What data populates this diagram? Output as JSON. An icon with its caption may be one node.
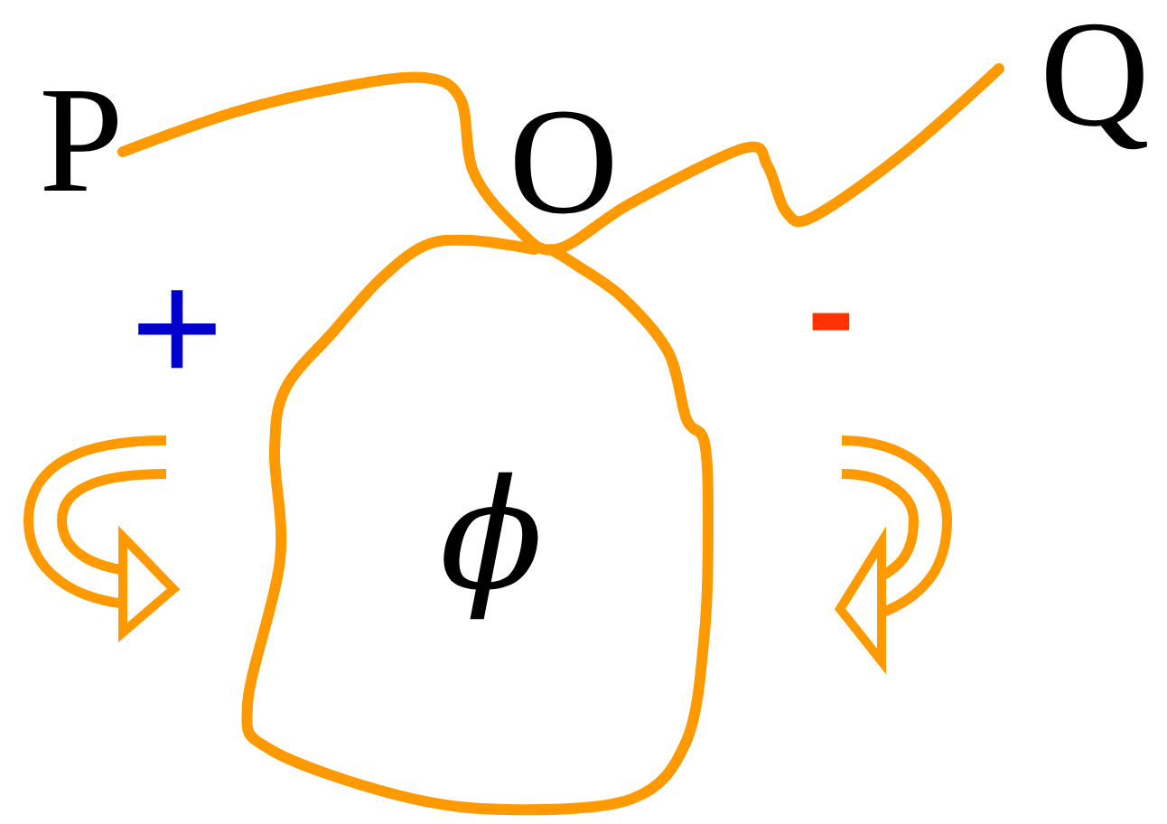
{
  "diagram": {
    "labels": [
      "P",
      "O",
      "Q",
      "+",
      "-",
      "ϕ"
    ]
  }
}
